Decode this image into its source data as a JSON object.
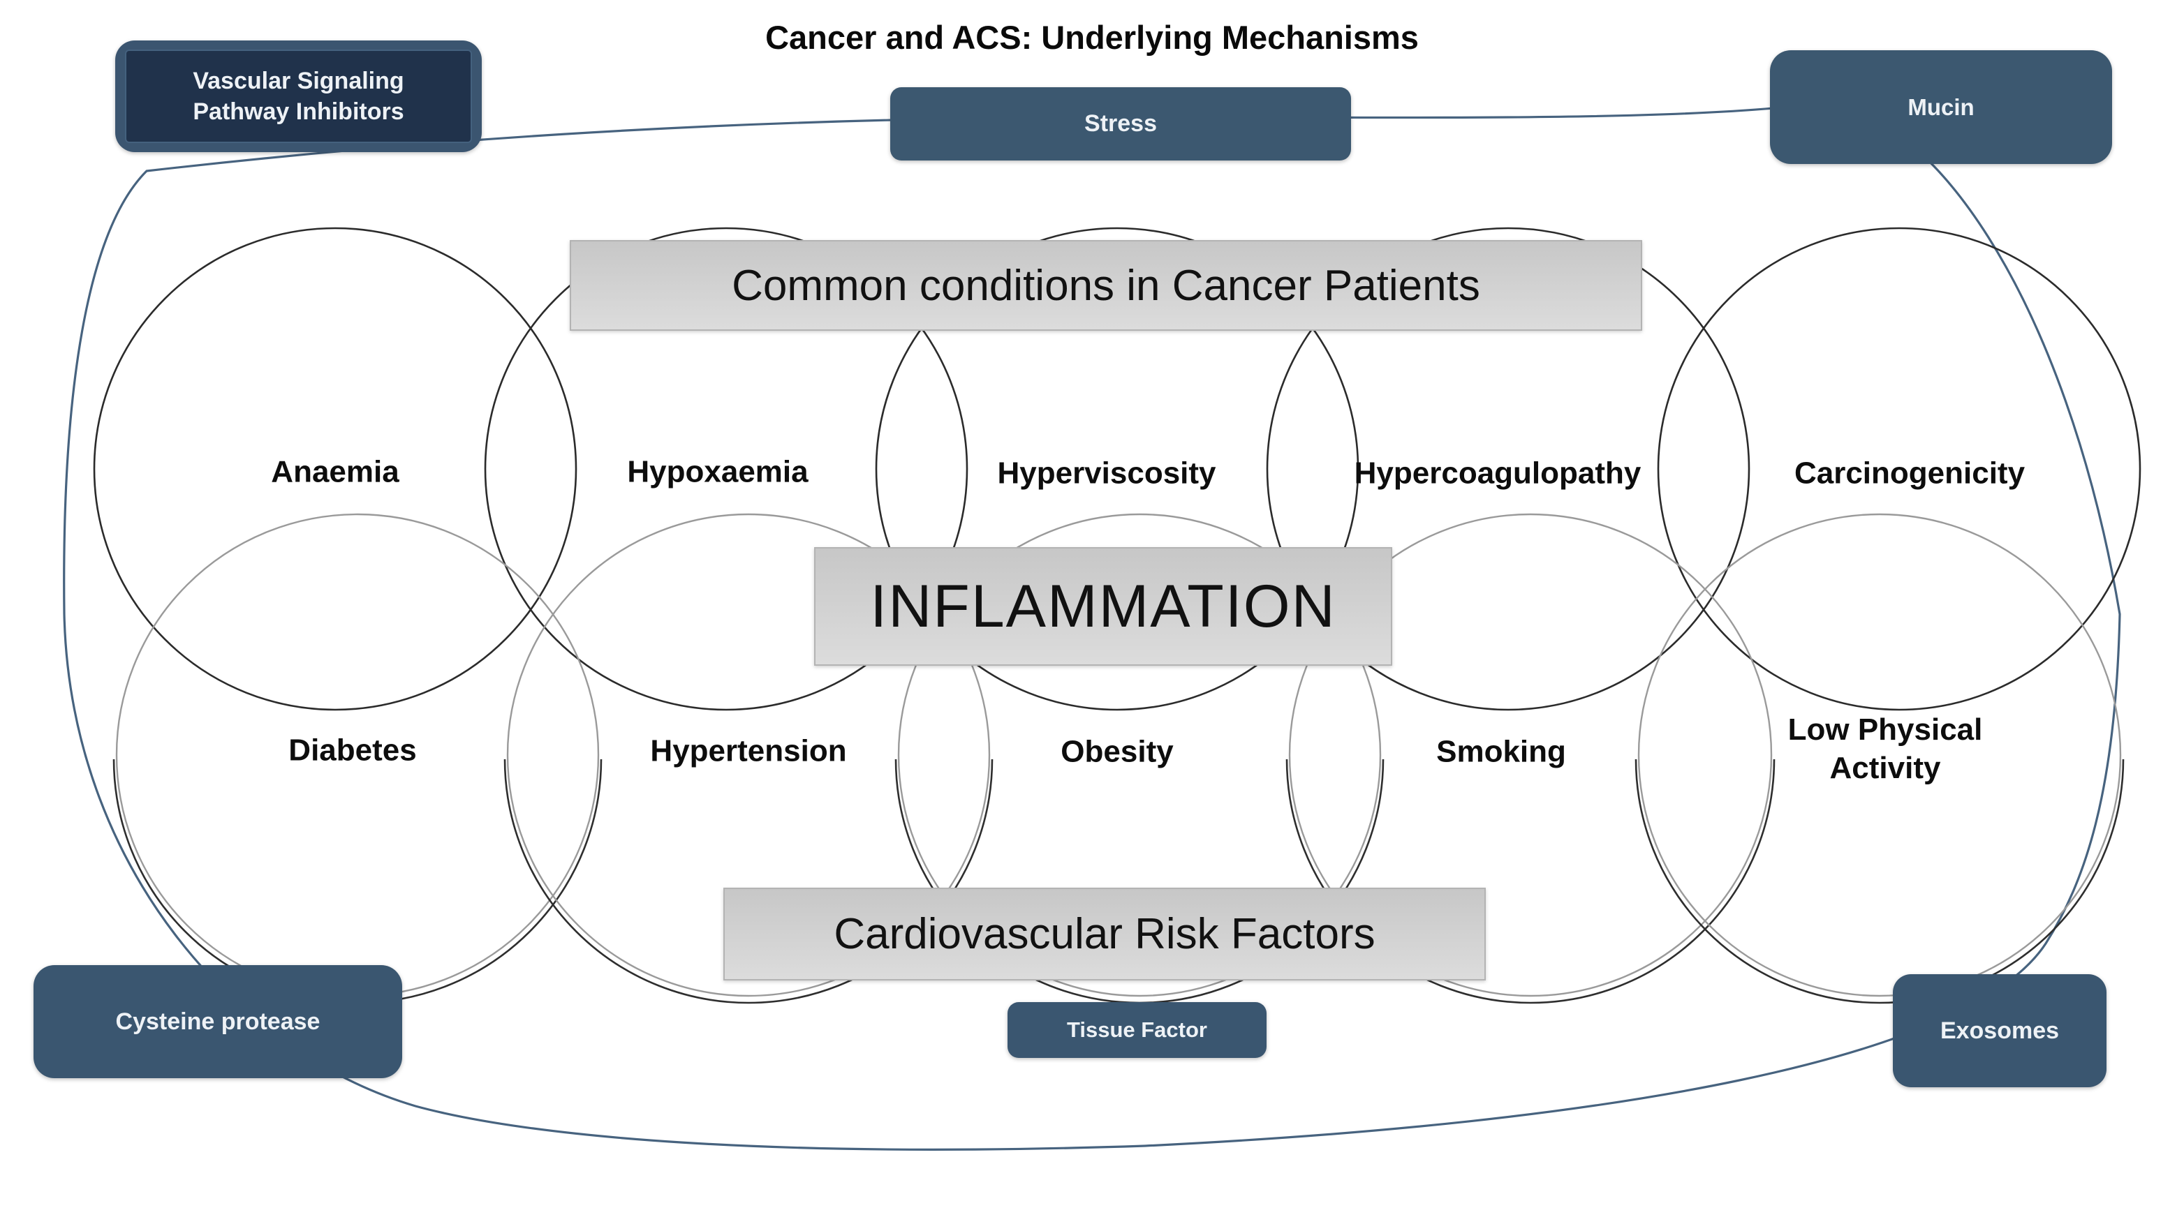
{
  "title": "Cancer and ACS: Underlying Mechanisms",
  "colors": {
    "node_fill": "#3c5870",
    "node_inner_fill": "#20324b",
    "node_text": "#eef2f6",
    "banner_fill": "#d2d2d2",
    "banner_text": "#111111",
    "circle_stroke_dark": "#2b2b2b",
    "circle_stroke_gray": "#9a9a9a",
    "loop_stroke": "#47637f"
  },
  "outer_nodes": {
    "vascular": {
      "label": "Vascular Signaling Pathway Inhibitors"
    },
    "stress": {
      "label": "Stress"
    },
    "mucin": {
      "label": "Mucin"
    },
    "cysteine": {
      "label": "Cysteine protease"
    },
    "tissue_factor": {
      "label": "Tissue Factor"
    },
    "exosomes": {
      "label": "Exosomes"
    }
  },
  "banners": {
    "common_conditions": "Common conditions in Cancer Patients",
    "inflammation": "INFLAMMATION",
    "cardiovascular": "Cardiovascular Risk Factors"
  },
  "venn": {
    "top_row": [
      {
        "label": "Anaemia"
      },
      {
        "label": "Hypoxaemia"
      },
      {
        "label": "Hyperviscosity"
      },
      {
        "label": "Hypercoagulopathy"
      },
      {
        "label": "Carcinogenicity"
      }
    ],
    "bottom_row": [
      {
        "label": "Diabetes"
      },
      {
        "label": "Hypertension"
      },
      {
        "label": "Obesity"
      },
      {
        "label": "Smoking"
      },
      {
        "label": "Low Physical Activity"
      }
    ]
  }
}
